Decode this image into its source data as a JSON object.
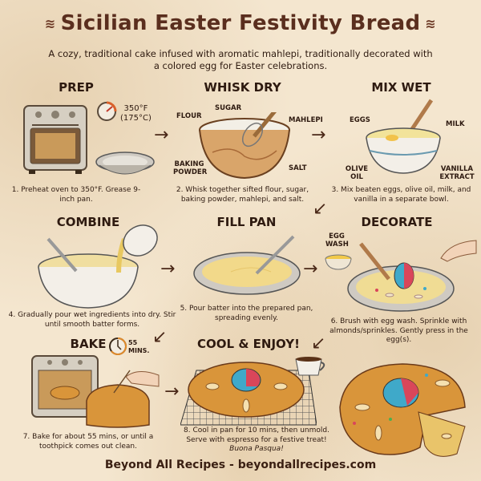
{
  "header": {
    "title": "Sicilian Easter Festivity Bread",
    "ornament_left": "≋",
    "ornament_right": "≋",
    "subtitle": "A cozy, traditional cake infused with aromatic mahlepi, traditionally decorated with a colored egg for Easter celebrations."
  },
  "steps": [
    {
      "title": "PREP",
      "caption": "1. Preheat oven to 350°F. Grease 9-inch pan.",
      "labels": {
        "temp_f": "350°F",
        "temp_c": "(175°C)"
      }
    },
    {
      "title": "WHISK DRY",
      "caption": "2. Whisk together sifted flour, sugar, baking powder, mahlepi, and salt.",
      "labels": {
        "flour": "FLOUR",
        "sugar": "SUGAR",
        "mahlepi": "MAHLEPI",
        "baking_powder": "BAKING POWDER",
        "salt": "SALT"
      }
    },
    {
      "title": "MIX WET",
      "caption": "3. Mix beaten eggs, olive oil, milk, and vanilla in a separate bowl.",
      "labels": {
        "eggs": "EGGS",
        "milk": "MILK",
        "olive_oil": "OLIVE OIL",
        "vanilla": "VANILLA EXTRACT"
      }
    },
    {
      "title": "COMBINE",
      "caption": "4. Gradually pour wet ingredients into dry. Stir until smooth batter forms."
    },
    {
      "title": "FILL PAN",
      "caption": "5. Pour batter into the prepared pan, spreading evenly."
    },
    {
      "title": "DECORATE",
      "caption": "6. Brush with egg wash. Sprinkle with almonds/sprinkles. Gently press in the egg(s).",
      "labels": {
        "egg_wash": "EGG WASH"
      }
    },
    {
      "title": "BAKE",
      "caption": "7. Bake for about 55 mins, or until a toothpick comes out clean.",
      "labels": {
        "time_value": "55",
        "time_unit": "MINS."
      }
    },
    {
      "title": "COOL & ENJOY!",
      "caption": "8. Cool in pan for 10 mins, then unmold. Serve with espresso for a festive treat!",
      "caption_italic": "Buona Pasqua!"
    }
  ],
  "arrows": {
    "right": "→",
    "down_left": "↙"
  },
  "footer": {
    "text": "Beyond All Recipes - beyondallrecipes.com"
  },
  "colors": {
    "background": "#f4e6cf",
    "title": "#5a2e1e",
    "text": "#2e1a10",
    "bread": "#d9953a",
    "batter": "#f2d98a",
    "egg_blue": "#3fa9c9",
    "egg_red": "#d9465a",
    "metal": "#b9b3a8"
  }
}
